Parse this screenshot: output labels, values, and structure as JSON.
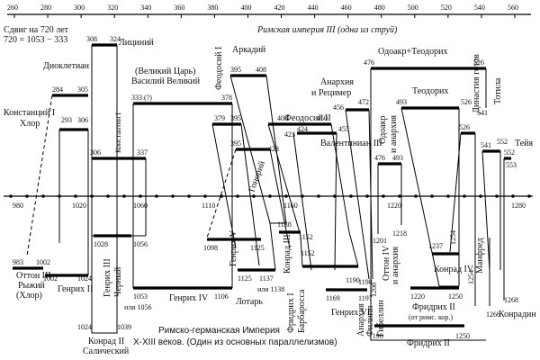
{
  "shift_note": {
    "line1": "Сдвиг на 720 лет",
    "line2": "720 = 1053 − 333"
  },
  "top_axis": {
    "ticks": [
      "260",
      "280",
      "300",
      "320",
      "340",
      "360",
      "380",
      "400",
      "420",
      "440",
      "460",
      "480",
      "500",
      "520",
      "540",
      "560"
    ],
    "empire_label": "Римская империя III (одна из струй)"
  },
  "bottom_axis": {
    "ticks": [
      "980",
      "1020",
      "1060",
      "1110",
      "1160",
      "1220",
      "1280"
    ],
    "caption_line1": "Римско-германская Империя",
    "caption_line2": "X-XIII веков. (Один из основных параллелизмов)"
  },
  "roman_rulers": [
    {
      "name": "Констанций I",
      "name2": "Хлор",
      "years": [
        "293",
        "306"
      ]
    },
    {
      "name": "Диоклетиан",
      "years": [
        "284",
        "305"
      ]
    },
    {
      "name": "Лициний",
      "years": [
        "308",
        "324"
      ]
    },
    {
      "name": "Константин I",
      "years": [
        "306",
        "337"
      ]
    },
    {
      "name": "(Великий Царь)",
      "name2": "Василий Великий",
      "years": [
        "333 (?)",
        "378"
      ]
    },
    {
      "name": "Феодосий I",
      "years": [
        "379",
        "395"
      ]
    },
    {
      "name": "Аркадий",
      "years": [
        "395",
        "408"
      ]
    },
    {
      "name": "Гонорий",
      "years": [
        "395",
        "423"
      ]
    },
    {
      "name": "Феодосий II",
      "years": [
        "408",
        "450"
      ]
    },
    {
      "name": "Валентиниан III",
      "years": [
        "423",
        "424",
        "455"
      ]
    },
    {
      "name": "Анархия",
      "name2": "и Рецимер",
      "years": [
        "456",
        "472"
      ]
    },
    {
      "name": "Одоакр+Теодорих",
      "years": [
        "476",
        "526"
      ]
    },
    {
      "name": "Одоакр",
      "name2": "и анархия",
      "years": [
        "476",
        "493"
      ]
    },
    {
      "name": "Теодорих",
      "years": [
        "493",
        "526"
      ]
    },
    {
      "name": "Династия готов",
      "years": [
        "526",
        "541"
      ]
    },
    {
      "name": "Тотила",
      "years": [
        "541",
        "552"
      ]
    },
    {
      "name": "Тейя",
      "years": [
        "552",
        "553"
      ]
    }
  ],
  "german_rulers": [
    {
      "name": "Оттон III",
      "name2": "Рыжий",
      "name3": "(Хлор)",
      "years": [
        "983",
        "1002"
      ]
    },
    {
      "name": "Генрих II",
      "years": [
        "1002",
        "1024"
      ]
    },
    {
      "name": "Конрад II",
      "name2": "Салический",
      "years": [
        "1024",
        "1039"
      ]
    },
    {
      "name": "Генрих III",
      "name2": "Черный",
      "years": [
        "1028",
        "1056"
      ]
    },
    {
      "name": "Генрих IV",
      "years": [
        "1053",
        "или 1056",
        "1106"
      ]
    },
    {
      "name": "Генрих V",
      "years": [
        "1098",
        "1125"
      ]
    },
    {
      "name": "Лотарь",
      "years": [
        "1125",
        "1137",
        "или 1138"
      ]
    },
    {
      "name": "Конрад III",
      "years": [
        "1138",
        "1152"
      ]
    },
    {
      "name": "Фридрих I",
      "name2": "Барбаросса",
      "years": [
        "1152",
        "1190"
      ]
    },
    {
      "name": "Генрих VI",
      "years": [
        "1169",
        "1197"
      ]
    },
    {
      "name": "Анархия",
      "name2": "Филипп",
      "name3": "Гибеллин",
      "years": [
        "1198",
        "1208"
      ]
    },
    {
      "name": "Оттон IV",
      "name2": "и анархия",
      "years": [
        "1201",
        "1218"
      ]
    },
    {
      "name": "Фридрих II",
      "name2": "(от римс. кор.)",
      "years": [
        "1220",
        "1250"
      ]
    },
    {
      "name": "Конрад IV",
      "years": [
        "1237",
        "1254"
      ]
    },
    {
      "name": "Манфред",
      "years": [
        "1254",
        "1266"
      ]
    },
    {
      "name": "Конрадин",
      "years": [
        "1268"
      ]
    },
    {
      "name": "Фридрих II",
      "years": [
        "1196",
        "1250"
      ]
    }
  ]
}
